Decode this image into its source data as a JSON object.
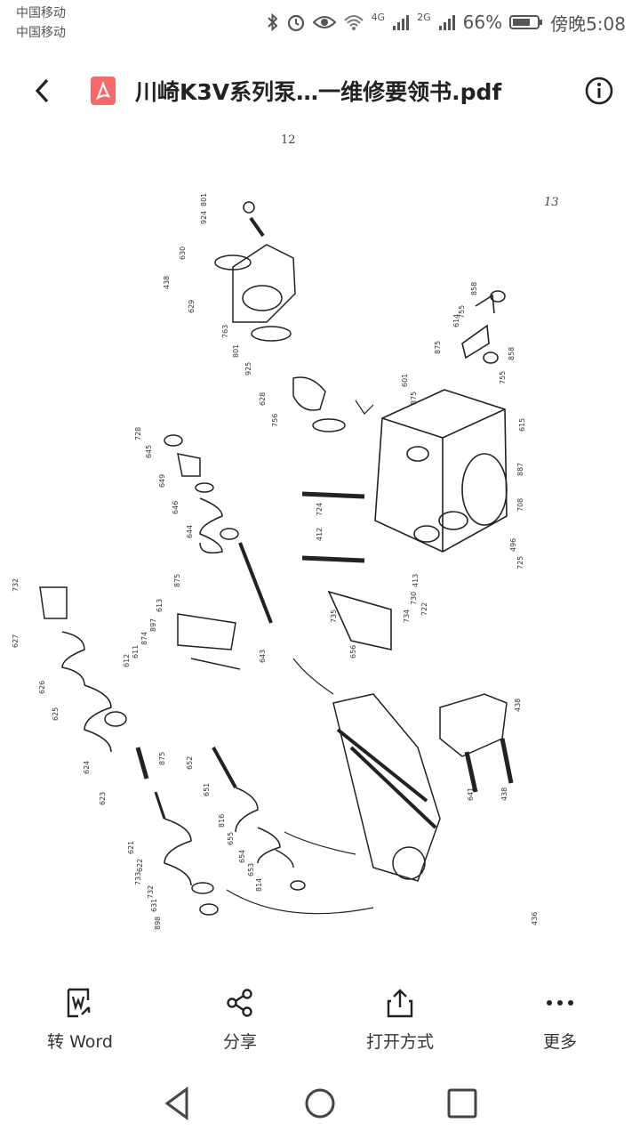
{
  "status": {
    "carrier1": "中国移动",
    "carrier2": "中国移动",
    "net1": "4G",
    "net2": "2G",
    "battery": "66%",
    "time": "傍晚5:08"
  },
  "header": {
    "title": "川崎K3V系列泵…一维修要领书.pdf",
    "icons": [
      "back-arrow-icon",
      "pdf-file-icon",
      "info-icon"
    ],
    "pdf_color": "#f36b6b"
  },
  "document": {
    "page_number_top": "12",
    "page_number_right": "13",
    "part_labels": [
      "801",
      "924",
      "630",
      "438",
      "629",
      "763",
      "801",
      "925",
      "628",
      "756",
      "728",
      "645",
      "649",
      "646",
      "644",
      "875",
      "613",
      "897",
      "874",
      "611",
      "612",
      "643",
      "732",
      "627",
      "626",
      "625",
      "624",
      "623",
      "621",
      "622",
      "733",
      "732",
      "631",
      "898",
      "875",
      "652",
      "651",
      "816",
      "655",
      "654",
      "653",
      "814",
      "601",
      "875",
      "858",
      "755",
      "614",
      "875",
      "858",
      "755",
      "615",
      "887",
      "708",
      "724",
      "412",
      "413",
      "496",
      "725",
      "730",
      "722",
      "734",
      "735",
      "656",
      "438",
      "641",
      "438",
      "436"
    ]
  },
  "toolbar": {
    "items": [
      {
        "label": "转 Word",
        "icon": "word-convert-icon"
      },
      {
        "label": "分享",
        "icon": "share-icon"
      },
      {
        "label": "打开方式",
        "icon": "open-with-icon"
      },
      {
        "label": "更多",
        "icon": "more-icon"
      }
    ]
  },
  "navbar": {
    "icons": [
      "nav-back-icon",
      "nav-home-icon",
      "nav-recents-icon"
    ]
  }
}
